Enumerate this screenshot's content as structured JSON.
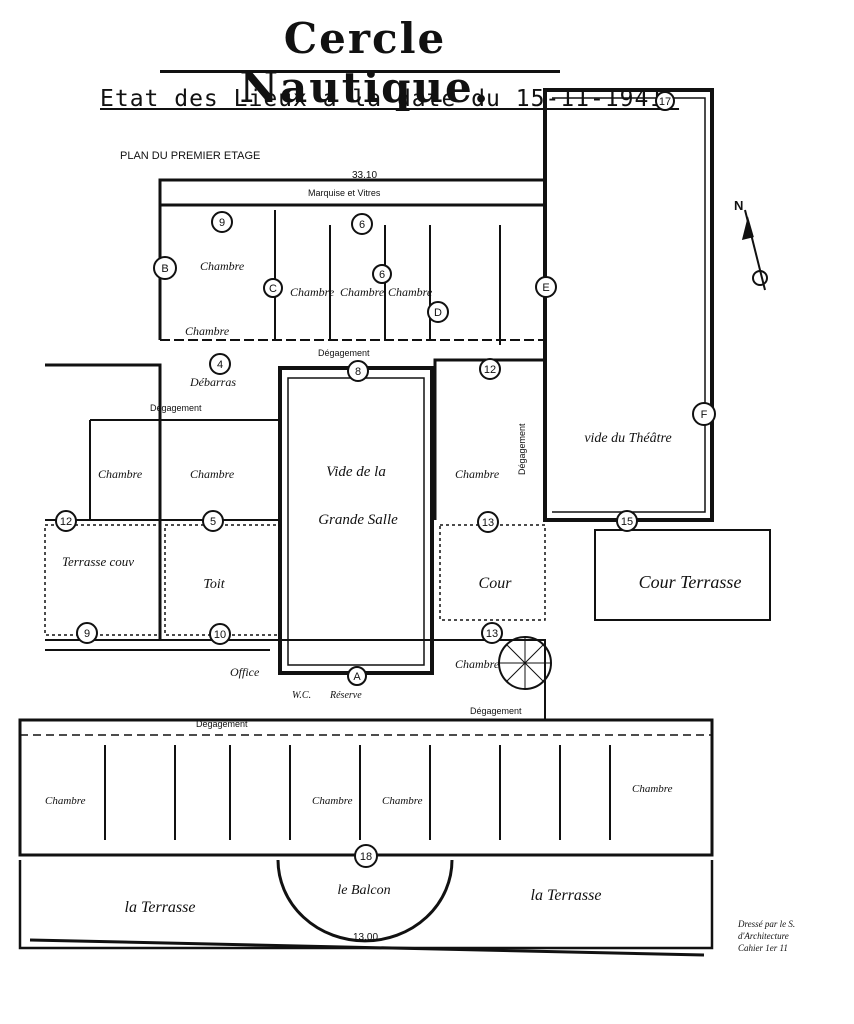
{
  "title": "Cercle Nautique.",
  "subtitle": "Etat des Lieux a la date du 15-11-1941.",
  "floor_label": "PLAN DU PREMIER ETAGE",
  "dimension_top": "33.10",
  "dimension_bottom": "13.00",
  "top_facade_label": "Marquise et Vitres",
  "corridor_labels": [
    "Dégagement",
    "Dégagement",
    "Dégagement",
    "Dégagement",
    "Dégagement"
  ],
  "rooms": {
    "chambre": "Chambre",
    "degagement": "Dégagement",
    "debarras": "Débarras",
    "office": "Office",
    "reserve": "Réserve",
    "wc": "W.C.",
    "vide_grande_salle_1": "Vide de la",
    "vide_grande_salle_2": "Grande Salle",
    "vide_theatre": "vide du Théâtre",
    "cour_terrasse": "Cour Terrasse",
    "cour": "Cour",
    "terrasse_couv": "Terrasse couv",
    "toit": "Toit",
    "balcon": "le Balcon",
    "terrasse_left": "la Terrasse",
    "terrasse_right": "la Terrasse"
  },
  "markers": [
    "9",
    "6",
    "6",
    "4",
    "8",
    "12",
    "12",
    "5",
    "13",
    "15",
    "9",
    "10",
    "13",
    "17",
    "18",
    "B",
    "C",
    "D",
    "E",
    "F",
    "A"
  ],
  "north_label": "N",
  "credit_lines": [
    "Dressé par le S.",
    "d'Architecture",
    "Cahier 1er 11"
  ]
}
